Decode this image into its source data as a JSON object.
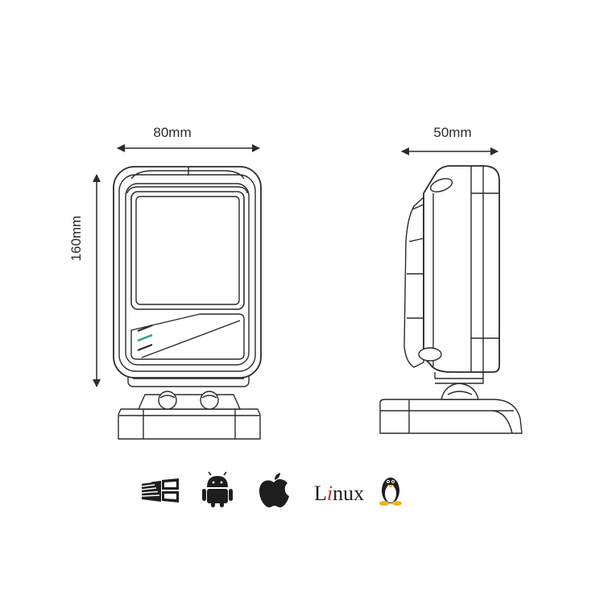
{
  "dimensions": {
    "width": "80mm",
    "height": "160mm",
    "depth": "50mm"
  },
  "os_support": {
    "linux_label": {
      "L": "L",
      "i": "i",
      "rest": "nux"
    },
    "icons": [
      "windows-icon",
      "android-icon",
      "apple-icon",
      "linux-tux-icon"
    ]
  },
  "colors": {
    "outline": "#2a2a2a",
    "led_green": "#3aa79a",
    "linux_i": "#d42a2a",
    "tux_beak": "#f2b21b"
  }
}
